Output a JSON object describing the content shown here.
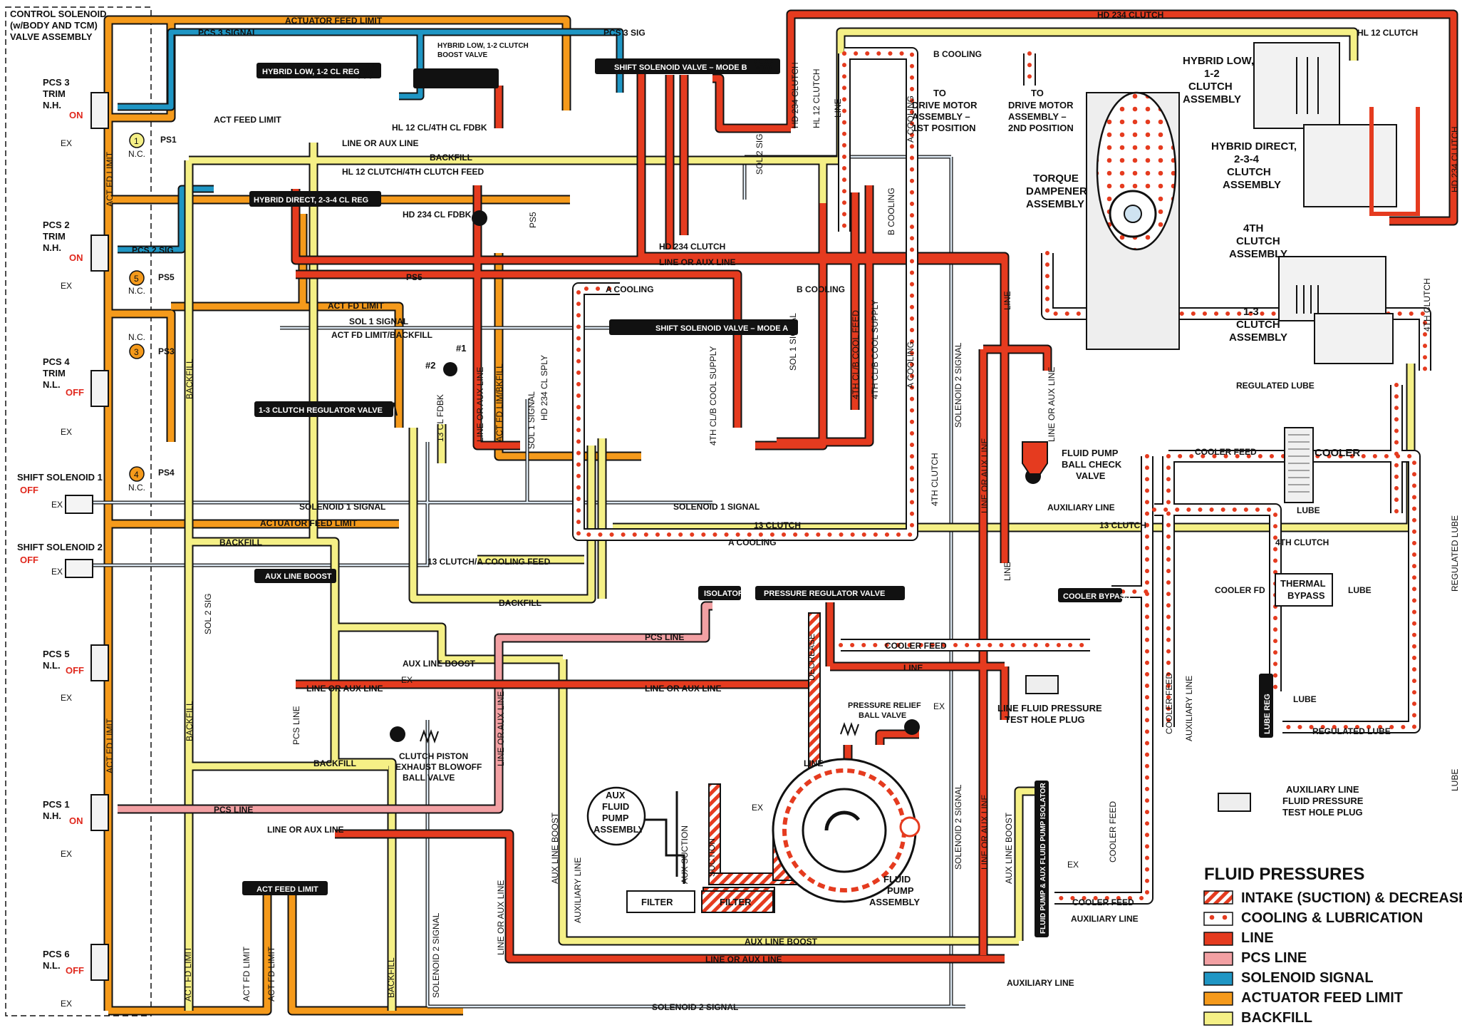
{
  "colors": {
    "line": "#e53b1f",
    "pcs_line": "#f2a0a3",
    "solenoid_signal": "#1f96c4",
    "actuator_feed_limit": "#f59a1b",
    "backfill": "#f5f086",
    "cooling": "#f2b28c",
    "dark": "#111111"
  },
  "header": {
    "control_title_1": "CONTROL SOLENOID",
    "control_title_2": "(w/BODY AND TCM)",
    "control_title_3": "VALVE ASSEMBLY"
  },
  "solenoids": [
    {
      "name": "PCS 3",
      "line2": "TRIM",
      "line3": "N.H.",
      "state": "ON",
      "ex": "EX"
    },
    {
      "name": "PCS 2",
      "line2": "TRIM",
      "line3": "N.H.",
      "state": "ON",
      "ex": "EX"
    },
    {
      "name": "PCS 4",
      "line2": "TRIM",
      "line3": "N.L.",
      "state": "OFF",
      "ex": "EX"
    },
    {
      "name": "PCS 5",
      "line2": "N.L.",
      "line3": "",
      "state": "OFF",
      "ex": "EX"
    },
    {
      "name": "PCS 1",
      "line2": "N.H.",
      "line3": "",
      "state": "ON",
      "ex": "EX"
    },
    {
      "name": "PCS 6",
      "line2": "N.L.",
      "line3": "",
      "state": "OFF",
      "ex": "EX"
    }
  ],
  "shift_solenoids": [
    {
      "name": "SHIFT SOLENOID 1",
      "state": "OFF",
      "ex": "EX"
    },
    {
      "name": "SHIFT SOLENOID 2",
      "state": "OFF",
      "ex": "EX"
    }
  ],
  "valves": {
    "hybrid_low": "HYBRID LOW, 1-2 CL REG",
    "hybrid_low_boost_1": "HYBRID LOW, 1-2 CLUTCH",
    "hybrid_low_boost_2": "BOOST VALVE",
    "shift_mode_b": "SHIFT SOLENOID VALVE – MODE B",
    "hybrid_direct": "HYBRID DIRECT, 2-3-4 CL REG",
    "shift_mode_a": "SHIFT SOLENOID VALVE – MODE A",
    "clutch_13": "1-3 CLUTCH REGULATOR VALVE",
    "aux_line_boost": "AUX LINE BOOST",
    "isolator": "ISOLATOR",
    "pressure_regulator": "PRESSURE REGULATOR VALVE",
    "cooler_bypass": "COOLER BYPASS",
    "act_feed_limit": "ACT FEED LIMIT",
    "lube_reg": "LUBE REG",
    "fluid_pump_aux": "FLUID PUMP & AUX FLUID PUMP ISOLATOR"
  },
  "passages": {
    "actuator_feed_limit": "ACTUATOR FEED LIMIT",
    "pcs3_signal": "PCS 3 SIGNAL",
    "pcs3_sig": "PCS 3 SIG",
    "hd234_clutch": "HD 234 CLUTCH",
    "hl12_clutch": "HL 12 CLUTCH",
    "b_cooling": "B COOLING",
    "act_feed_limit": "ACT FEED LIMIT",
    "ps1": "PS1",
    "line_or_aux": "LINE OR AUX LINE",
    "backfill": "BACKFILL",
    "hl12_4th_feed": "HL 12 CLUTCH/4TH CLUTCH FEED",
    "hd234_cl_fdbk": "HD 234 CL FDBK",
    "hl12_fdbk": "HL 12 CL/4TH CL FDBK",
    "pcs2_sig": "PCS 2 SIG",
    "ps5": "PS5",
    "act_fd_limit": "ACT FD LIMIT",
    "sol1_signal": "SOL 1 SIGNAL",
    "act_fd_limit_backfill": "ACT FD LIMIT/BACKFILL",
    "ps3": "PS3",
    "ps4": "PS4",
    "a_cooling": "A COOLING",
    "solenoid1_signal": "SOLENOID 1 SIGNAL",
    "clutch13": "13 CLUTCH",
    "clutch4": "4TH CLUTCH",
    "clutch13_acool": "13 CLUTCH/A COOLING FEED",
    "pcs_line": "PCS LINE",
    "aux_line_boost": "AUX LINE BOOST",
    "cooler_feed": "COOLER FEED",
    "line": "LINE",
    "auxiliary_line": "AUXILIARY LINE",
    "regulated_lube": "REGULATED LUBE",
    "lube": "LUBE",
    "cooler_fd": "COOLER FD",
    "solenoid2_signal": "SOLENOID 2 SIGNAL",
    "decrease": "DECREASE",
    "suction": "SUCTION",
    "aux_suction": "AUX SUCTION",
    "hd234_cl_sply": "HD 234 CL SPLY",
    "act_fd_lim_bkfill": "ACT FD LIM/BKFILL",
    "line_or_aux_bkfill": "LINE OR AUX LINE",
    "sol2_sig": "SOL 2 SIG",
    "cooling_4th_feed": "4TH CL/B COOL FEED",
    "cooling_4th_supply": "4TH CL/B COOL SUPPLY",
    "clutch_4th": "4TH CLUTCH",
    "clutch_fdbk_13": "13 CL FDBK"
  },
  "components": {
    "drive_motor_1": [
      "TO",
      "DRIVE MOTOR",
      "ASSEMBLY –",
      "1ST POSITION"
    ],
    "drive_motor_2": [
      "TO",
      "DRIVE MOTOR",
      "ASSEMBLY –",
      "2ND POSITION"
    ],
    "torque_damper": [
      "TORQUE",
      "DAMPENER",
      "ASSEMBLY"
    ],
    "hybrid_low_assy": [
      "HYBRID LOW,",
      "1-2",
      "CLUTCH",
      "ASSEMBLY"
    ],
    "hybrid_direct_assy": [
      "HYBRID DIRECT,",
      "2-3-4",
      "CLUTCH",
      "ASSEMBLY"
    ],
    "clutch4_assy": [
      "4TH",
      "CLUTCH",
      "ASSEMBLY"
    ],
    "clutch13_assy": [
      "1-3",
      "CLUTCH",
      "ASSEMBLY"
    ],
    "cooler": "COOLER",
    "thermal_bypass": [
      "THERMAL",
      "BYPASS"
    ],
    "fluid_pump_ball": [
      "FLUID PUMP",
      "BALL CHECK",
      "VALVE"
    ],
    "line_test_plug": [
      "LINE FLUID PRESSURE",
      "TEST HOLE PLUG"
    ],
    "aux_test_plug": [
      "AUXILIARY LINE",
      "FLUID PRESSURE",
      "TEST HOLE PLUG"
    ],
    "pressure_relief": [
      "PRESSURE RELIEF",
      "BALL VALVE"
    ],
    "clutch_piston": [
      "CLUTCH PISTON",
      "EXHAUST BLOWOFF",
      "BALL VALVE"
    ],
    "aux_pump": [
      "AUX",
      "FLUID",
      "PUMP",
      "ASSEMBLY"
    ],
    "fluid_pump": [
      "FLUID",
      "PUMP",
      "ASSEMBLY"
    ],
    "filter": "FILTER",
    "ex": "EX",
    "nc": "N.C.",
    "ball1": "#1",
    "ball2": "#2"
  },
  "legend": {
    "title": "FLUID PRESSURES",
    "items": [
      {
        "label": "INTAKE (SUCTION) & DECREASE",
        "kind": "hatch"
      },
      {
        "label": "COOLING & LUBRICATION",
        "kind": "dots"
      },
      {
        "label": "LINE",
        "kind": "line"
      },
      {
        "label": "PCS LINE",
        "kind": "pcs"
      },
      {
        "label": "SOLENOID SIGNAL",
        "kind": "sol"
      },
      {
        "label": "ACTUATOR FEED LIMIT",
        "kind": "afl"
      },
      {
        "label": "BACKFILL",
        "kind": "bf"
      }
    ]
  }
}
